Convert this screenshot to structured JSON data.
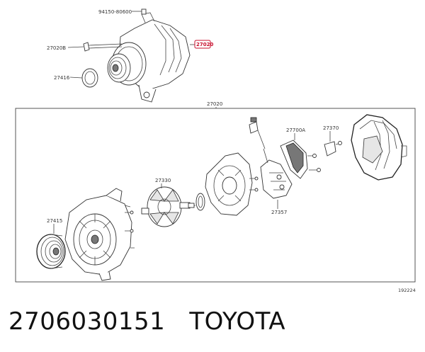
{
  "callouts": {
    "bolt_top": "94150-80600",
    "bolt_left": "27020B",
    "plate": "27416",
    "alternator_ref": "27020",
    "assembly": "27020",
    "rotor": "27330",
    "regulator": "27700A",
    "brush": "27370",
    "pulley": "27415",
    "rectifier": "27357"
  },
  "diagram_id": "192224",
  "footer": {
    "part_number": "2706030151",
    "brand": "TOYOTA"
  }
}
